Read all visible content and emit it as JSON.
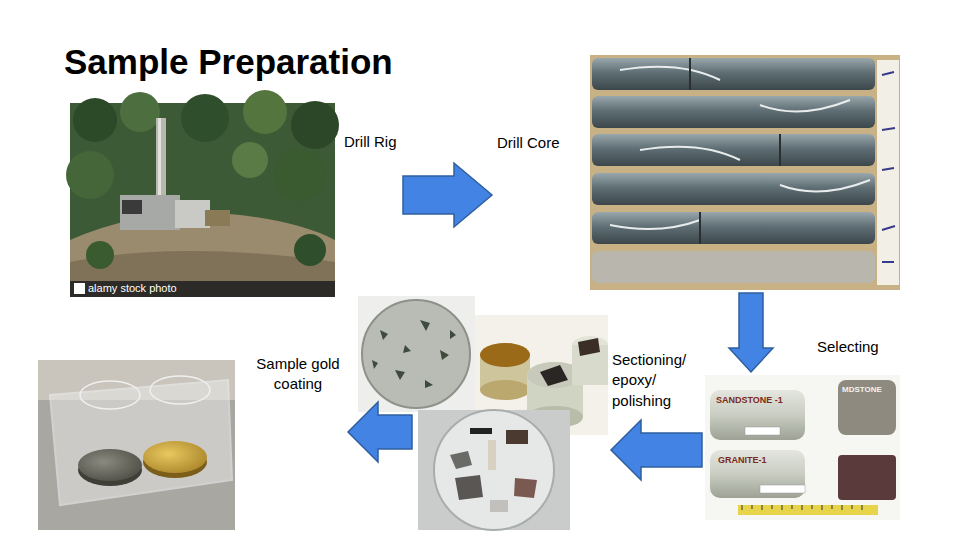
{
  "diagram": {
    "title": "Sample Preparation",
    "nodes": [
      {
        "text": [
          "Drill Rig"
        ]
      },
      {
        "text": [
          "Drill Core"
        ]
      },
      {
        "text": [
          "Selecting"
        ]
      },
      {
        "text": [
          "Sectioning/ epoxy/ polishing"
        ]
      },
      {
        "text": [
          "Sample gold coating"
        ]
      }
    ],
    "edges": [
      {
        "from": 0,
        "to": 1,
        "arrow": "to"
      },
      {
        "from": 1,
        "to": 2,
        "arrow": "to"
      },
      {
        "from": 2,
        "to": 3,
        "arrow": "to"
      },
      {
        "from": 3,
        "to": 4,
        "arrow": "to"
      }
    ],
    "labels": [
      "alamy stock photo",
      "SANDSTONE -1",
      "MDSTONE",
      "GRANITE-1"
    ]
  }
}
